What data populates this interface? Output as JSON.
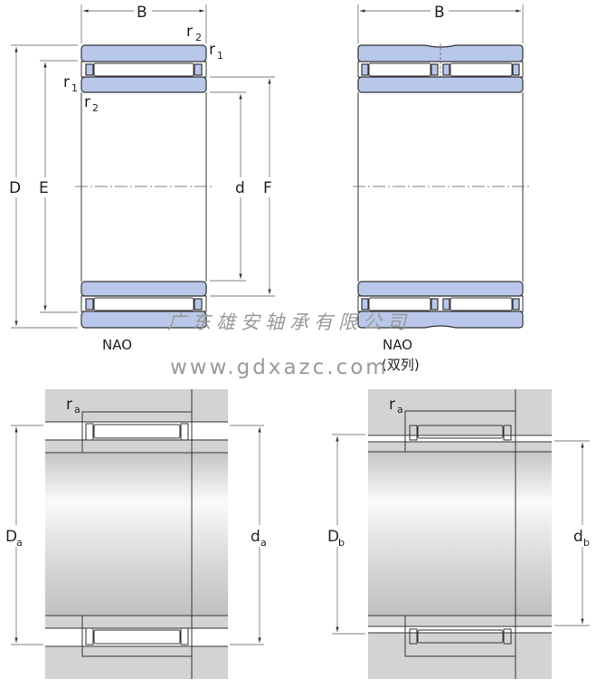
{
  "labels": {
    "B": "B",
    "D": "D",
    "E": "E",
    "d": "d",
    "F": "F",
    "r": "r",
    "sub1": "1",
    "sub2": "2",
    "suba": "a",
    "subb": "b",
    "Da_main": "D",
    "da_main": "d",
    "Db_main": "D",
    "db_main": "d"
  },
  "captions": {
    "single": "NAO",
    "double": "NAO",
    "double_note": "(双列)"
  },
  "watermark": {
    "company": "广东雄安轴承有限公司",
    "url": "www.gdxazc.com"
  },
  "colors": {
    "ring": "#b9c8ea",
    "housing": "#d3d3d3"
  }
}
